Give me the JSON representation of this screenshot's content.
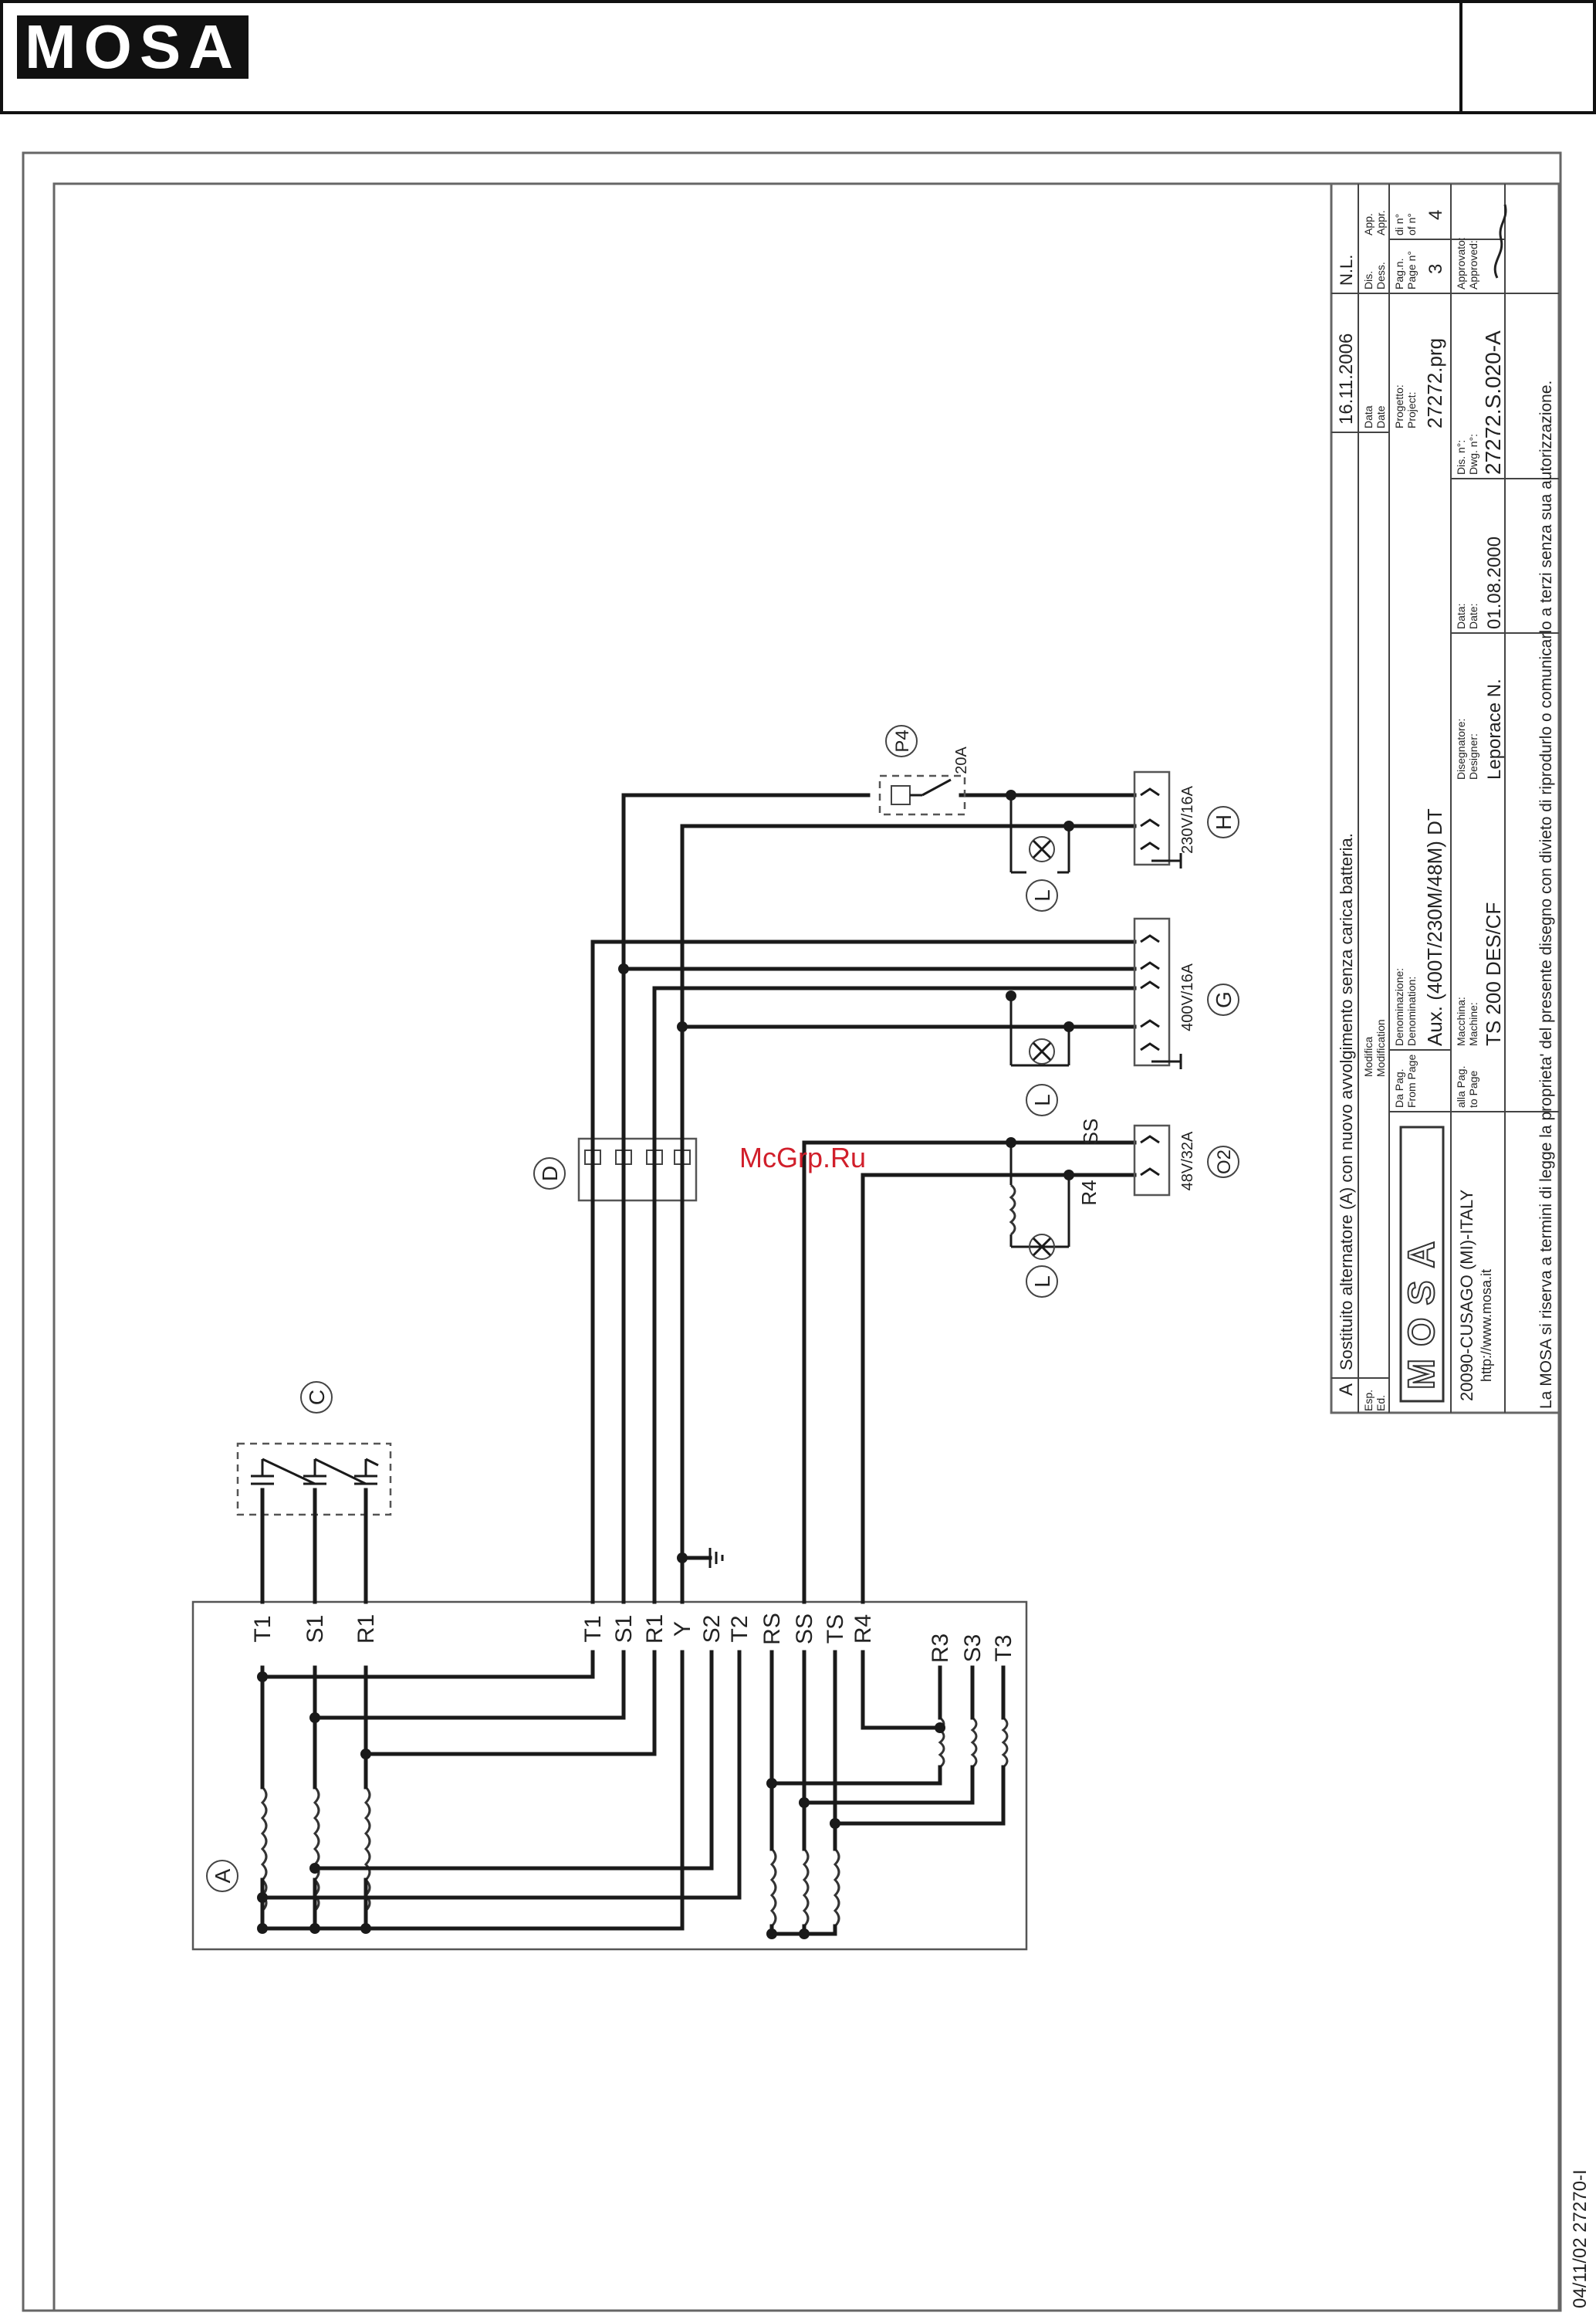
{
  "header": {
    "logo_text": "MOSA"
  },
  "page_id": "04/11/02 27270-I",
  "watermark": "McGrp.Ru",
  "components": {
    "A": "A",
    "C": "C",
    "D": "D",
    "G": "G",
    "H": "H",
    "O2": "O2",
    "P4": "P4",
    "L1": "L",
    "L2": "L",
    "L3": "L"
  },
  "terminals_left": [
    "T1",
    "S1",
    "R1"
  ],
  "terminals_main": [
    "T1",
    "S1",
    "R1",
    "Y",
    "S2",
    "T2"
  ],
  "terminals_aux": [
    "RS",
    "SS",
    "TS",
    "R4"
  ],
  "terminals_right": [
    "R3",
    "S3",
    "T3"
  ],
  "socket_labels": {
    "o2": "48V/32A",
    "g": "400V/16A",
    "h": "230V/16A"
  },
  "other_labels": {
    "ss": "SS",
    "r4": "R4",
    "breaker": "20A"
  },
  "title_block": {
    "rev_letter": "A",
    "rev_desc": "Sostituito alternatore (A) con nuovo avvolgimento senza carica batteria.",
    "rev_date": "16.11.2006",
    "rev_by": "N.L.",
    "lbl_esp": "Esp.",
    "lbl_ed": "Ed.",
    "lbl_modifica": "Modifica",
    "lbl_modification": "Modification",
    "lbl_data": "Data",
    "lbl_date": "Date",
    "lbl_dis": "Dis.",
    "lbl_dess": "Dess.",
    "lbl_appr": "App.",
    "lbl_appr2": "Appr.",
    "company_logo": "MOSA",
    "company_addr1": "20090-CUSAGO (MI)-ITALY",
    "company_addr2": "http://www.mosa.it",
    "lbl_da_pag": "Da Pag.",
    "lbl_from_page": "From Page",
    "lbl_alla_pag": "alla Pag.",
    "lbl_to_page": "to Page",
    "lbl_denominazione": "Denominazione:",
    "lbl_denomination": "Denomination:",
    "denominazione": "Aux. (400T/230M/48M) DT",
    "lbl_macchina": "Macchina:",
    "lbl_machine": "Machine:",
    "macchina": "TS 200 DES/CF",
    "lbl_disegnatore": "Disegnatore:",
    "lbl_designer": "Designer:",
    "disegnatore": "Leporace N.",
    "lbl_data2": "Data:",
    "lbl_date2": "Date:",
    "data": "01.08.2000",
    "lbl_progetto": "Progetto:",
    "lbl_project": "Project:",
    "progetto": "27272.prg",
    "lbl_dis_n": "Dis. n°:",
    "lbl_dwg_n": "Dwg. n°:",
    "dis_n": "27272.S.020-A",
    "lbl_pag": "Pag.n.",
    "lbl_page": "Page n°",
    "pag": "3",
    "lbl_di": "di n°",
    "lbl_of": "of n°",
    "di": "4",
    "lbl_approvato": "Approvato:",
    "lbl_approved": "Approved:",
    "footer_note": "La MOSA si riserva a termini di legge la proprieta' del presente disegno con divieto di riprodurlo o comunicarlo a terzi senza sua autorizzazione."
  }
}
